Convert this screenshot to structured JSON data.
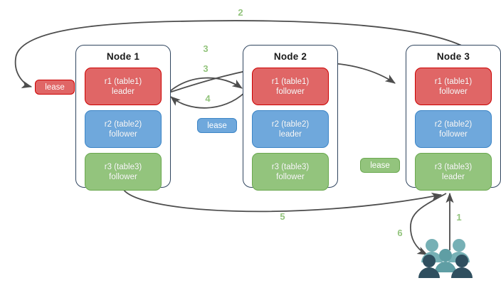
{
  "diagram": {
    "title": "Distributed range leaseholder / raft leader diagram",
    "colors": {
      "red_fill": "#e06666",
      "red_border": "#cc0000",
      "blue_fill": "#6fa8dc",
      "blue_border": "#3d85c6",
      "green_fill": "#93c47d",
      "green_border": "#6aa84f",
      "node_border": "#30455f",
      "arrow": "#4d4d4d",
      "step_label": "#93c47d",
      "people_light": "#76b0b5",
      "people_mid": "#5f9ea4",
      "people_dark": "#2f4f5f"
    },
    "nodes": [
      {
        "id": "node1",
        "title": "Node 1",
        "replicas": [
          {
            "name": "r1 (table1)",
            "role": "leader",
            "color": "red"
          },
          {
            "name": "r2 (table2)",
            "role": "follower",
            "color": "blue"
          },
          {
            "name": "r3 (table3)",
            "role": "follower",
            "color": "green"
          }
        ]
      },
      {
        "id": "node2",
        "title": "Node 2",
        "replicas": [
          {
            "name": "r1 (table1)",
            "role": "follower",
            "color": "red"
          },
          {
            "name": "r2 (table2)",
            "role": "leader",
            "color": "blue"
          },
          {
            "name": "r3 (table3)",
            "role": "follower",
            "color": "green"
          }
        ]
      },
      {
        "id": "node3",
        "title": "Node 3",
        "replicas": [
          {
            "name": "r1 (table1)",
            "role": "follower",
            "color": "red"
          },
          {
            "name": "r2 (table2)",
            "role": "follower",
            "color": "blue"
          },
          {
            "name": "r3 (table3)",
            "role": "leader",
            "color": "green"
          }
        ]
      }
    ],
    "leases": [
      {
        "id": "lease-r1",
        "label": "lease",
        "color": "red"
      },
      {
        "id": "lease-r2",
        "label": "lease",
        "color": "blue"
      },
      {
        "id": "lease-r3",
        "label": "lease",
        "color": "green"
      }
    ],
    "steps": [
      {
        "id": "step-1",
        "label": "1"
      },
      {
        "id": "step-2",
        "label": "2"
      },
      {
        "id": "step-3a",
        "label": "3"
      },
      {
        "id": "step-3b",
        "label": "3"
      },
      {
        "id": "step-4",
        "label": "4"
      },
      {
        "id": "step-5",
        "label": "5"
      },
      {
        "id": "step-6",
        "label": "6"
      }
    ],
    "actor": {
      "id": "clients",
      "icon": "people-group-icon"
    }
  }
}
